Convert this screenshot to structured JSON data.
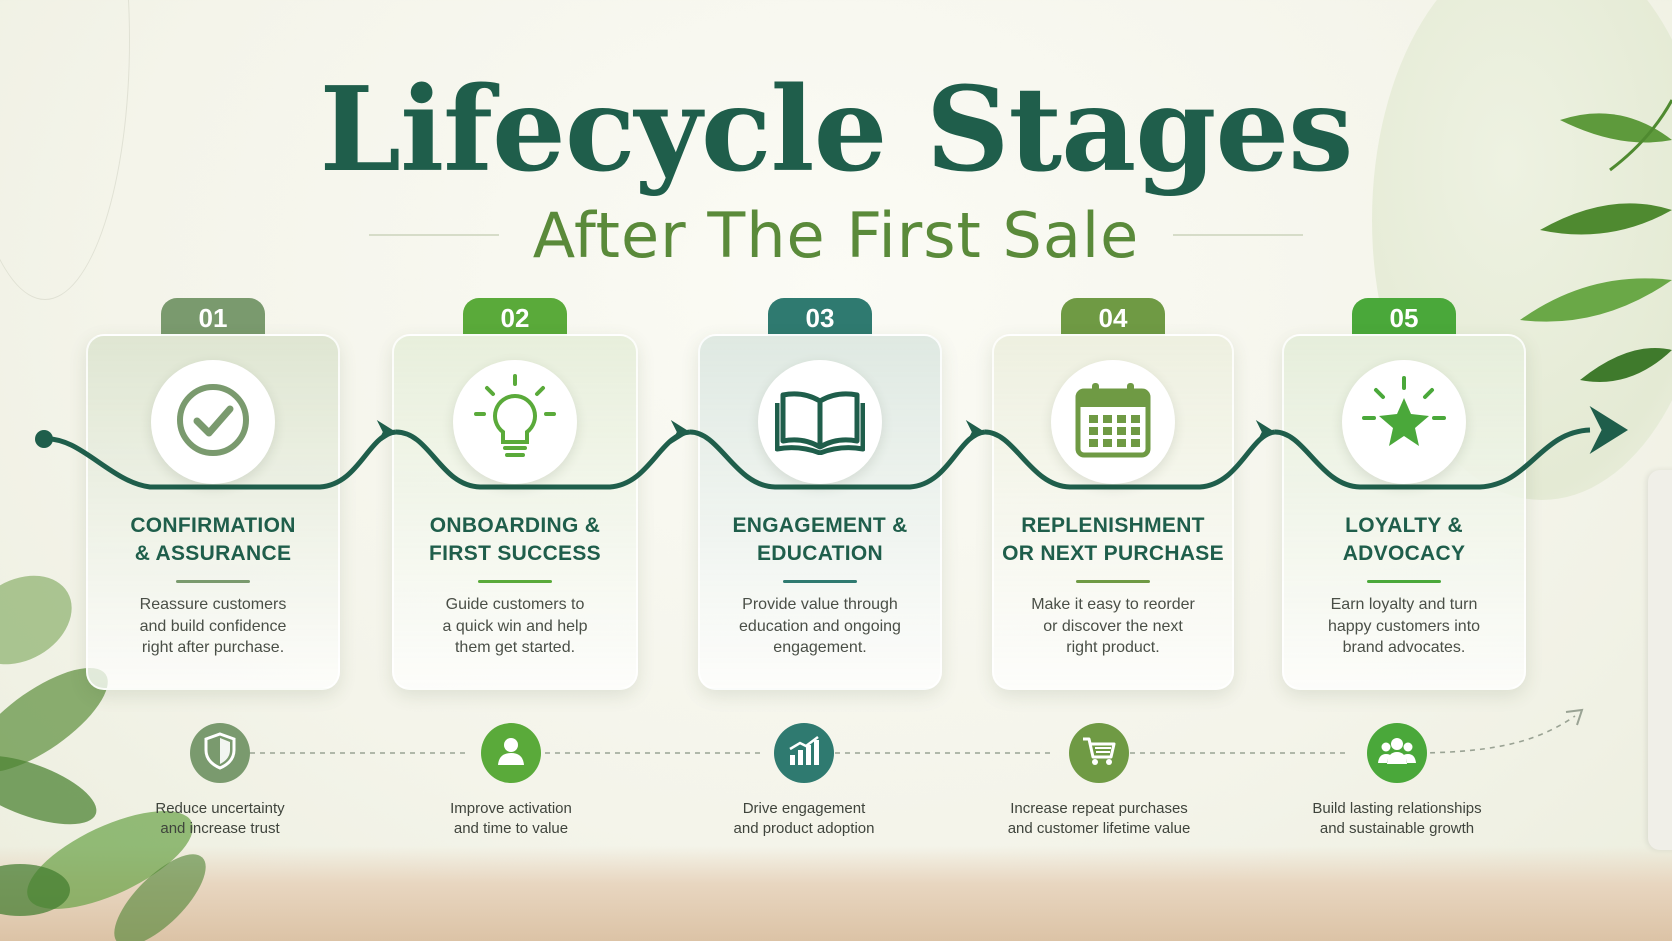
{
  "title": "Lifecycle Stages",
  "subtitle": "After The First Sale",
  "colors": {
    "title": "#1f5e4b",
    "subtitle": "#5a8a3a",
    "flow": "#1f5e4b"
  },
  "stages": [
    {
      "number": "01",
      "title_line1": "CONFIRMATION",
      "title_line2": "& ASSURANCE",
      "desc_line1": "Reassure customers",
      "desc_line2": "and build confidence",
      "desc_line3": "right after purchase.",
      "icon": "check-circle-icon",
      "accent": "#7a9a6e",
      "card_bg": "#dfe6d2",
      "benefit_icon": "shield-icon",
      "benefit_line1": "Reduce uncertainty",
      "benefit_line2": "and increase trust"
    },
    {
      "number": "02",
      "title_line1": "ONBOARDING &",
      "title_line2": "FIRST SUCCESS",
      "desc_line1": "Guide customers to",
      "desc_line2": "a quick win and help",
      "desc_line3": "them get started.",
      "icon": "lightbulb-icon",
      "accent": "#5aaa3a",
      "card_bg": "#e8efdc",
      "benefit_icon": "user-icon",
      "benefit_line1": "Improve activation",
      "benefit_line2": "and time to value"
    },
    {
      "number": "03",
      "title_line1": "ENGAGEMENT &",
      "title_line2": "EDUCATION",
      "desc_line1": "Provide value through",
      "desc_line2": "education and ongoing",
      "desc_line3": "engagement.",
      "icon": "open-book-icon",
      "accent": "#2f7a70",
      "card_bg": "#dfe9e2",
      "benefit_icon": "bar-chart-icon",
      "benefit_line1": "Drive engagement",
      "benefit_line2": "and product adoption"
    },
    {
      "number": "04",
      "title_line1": "REPLENISHMENT",
      "title_line2": "OR NEXT PURCHASE",
      "desc_line1": "Make it easy to reorder",
      "desc_line2": "or discover the next",
      "desc_line3": "right product.",
      "icon": "calendar-icon",
      "accent": "#6f9a44",
      "card_bg": "#eef0e0",
      "benefit_icon": "shopping-cart-icon",
      "benefit_line1": "Increase repeat purchases",
      "benefit_line2": "and customer lifetime value"
    },
    {
      "number": "05",
      "title_line1": "LOYALTY &",
      "title_line2": "ADVOCACY",
      "desc_line1": "Earn loyalty and turn",
      "desc_line2": "happy customers into",
      "desc_line3": "brand advocates.",
      "icon": "star-icon",
      "accent": "#4aa83a",
      "card_bg": "#e6eedb",
      "benefit_icon": "group-icon",
      "benefit_line1": "Build lasting relationships",
      "benefit_line2": "and sustainable growth"
    }
  ]
}
